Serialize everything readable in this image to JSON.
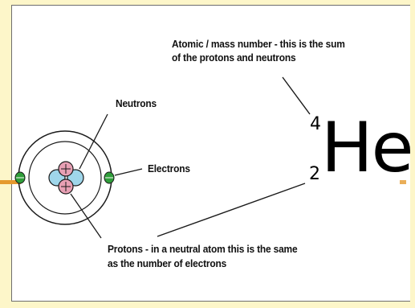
{
  "labels": {
    "mass_number": [
      "Atomic / mass number - this is the sum",
      "of the protons and neutrons"
    ],
    "neutrons": "Neutrons",
    "electrons": "Electrons",
    "protons": [
      "Protons - in a neutral atom this is the same",
      "as the number of electrons"
    ]
  },
  "symbol": {
    "element": "He",
    "mass_number": "4",
    "atomic_number": "2"
  },
  "colors": {
    "proton": "#e8a0b4",
    "neutron": "#9fd6ea",
    "electron": "#2f9e3a",
    "frame": "#fdf6c9",
    "accent": "#e59a2e"
  }
}
